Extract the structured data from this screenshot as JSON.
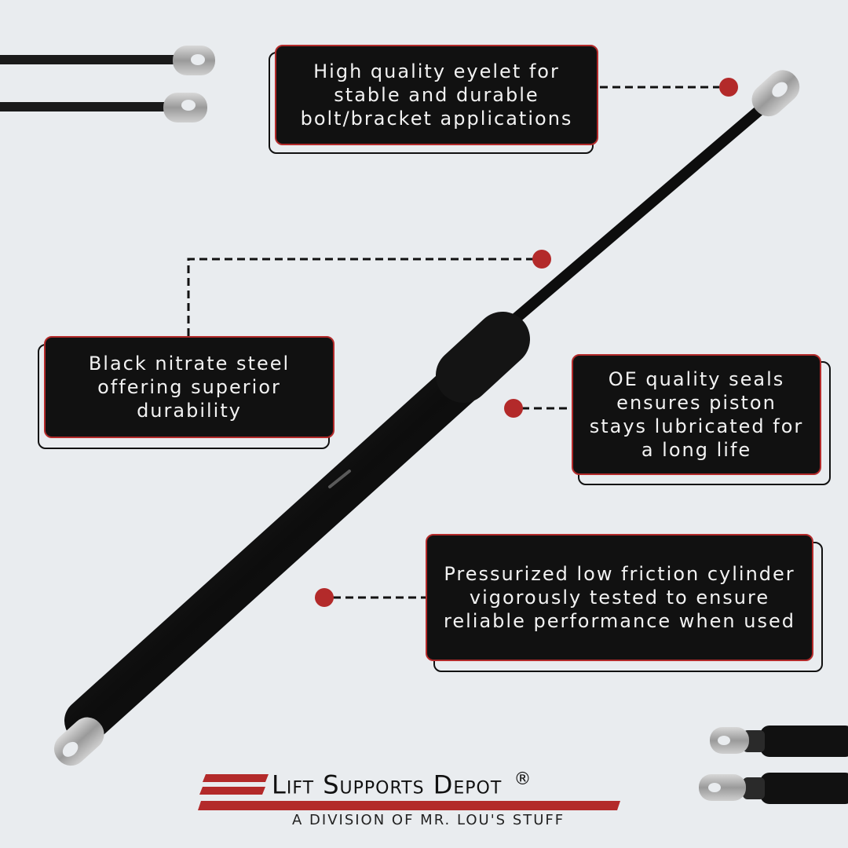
{
  "callouts": {
    "eyelet": "High quality eyelet for stable and durable bolt/bracket applications",
    "steel": "Black nitrate steel offering superior durability",
    "seals": "OE quality seals ensures piston stays lubricated for a long life",
    "cylinder": "Pressurized low friction cylinder vigorously tested to ensure reliable performance when used"
  },
  "logo": {
    "title": "Lift Supports Depot",
    "registered": "®",
    "subtitle": "A DIVISION OF MR. LOU'S STUFF"
  },
  "colors": {
    "background": "#e9ecef",
    "callout_fill": "#111111",
    "accent_red": "#b32a2a"
  }
}
